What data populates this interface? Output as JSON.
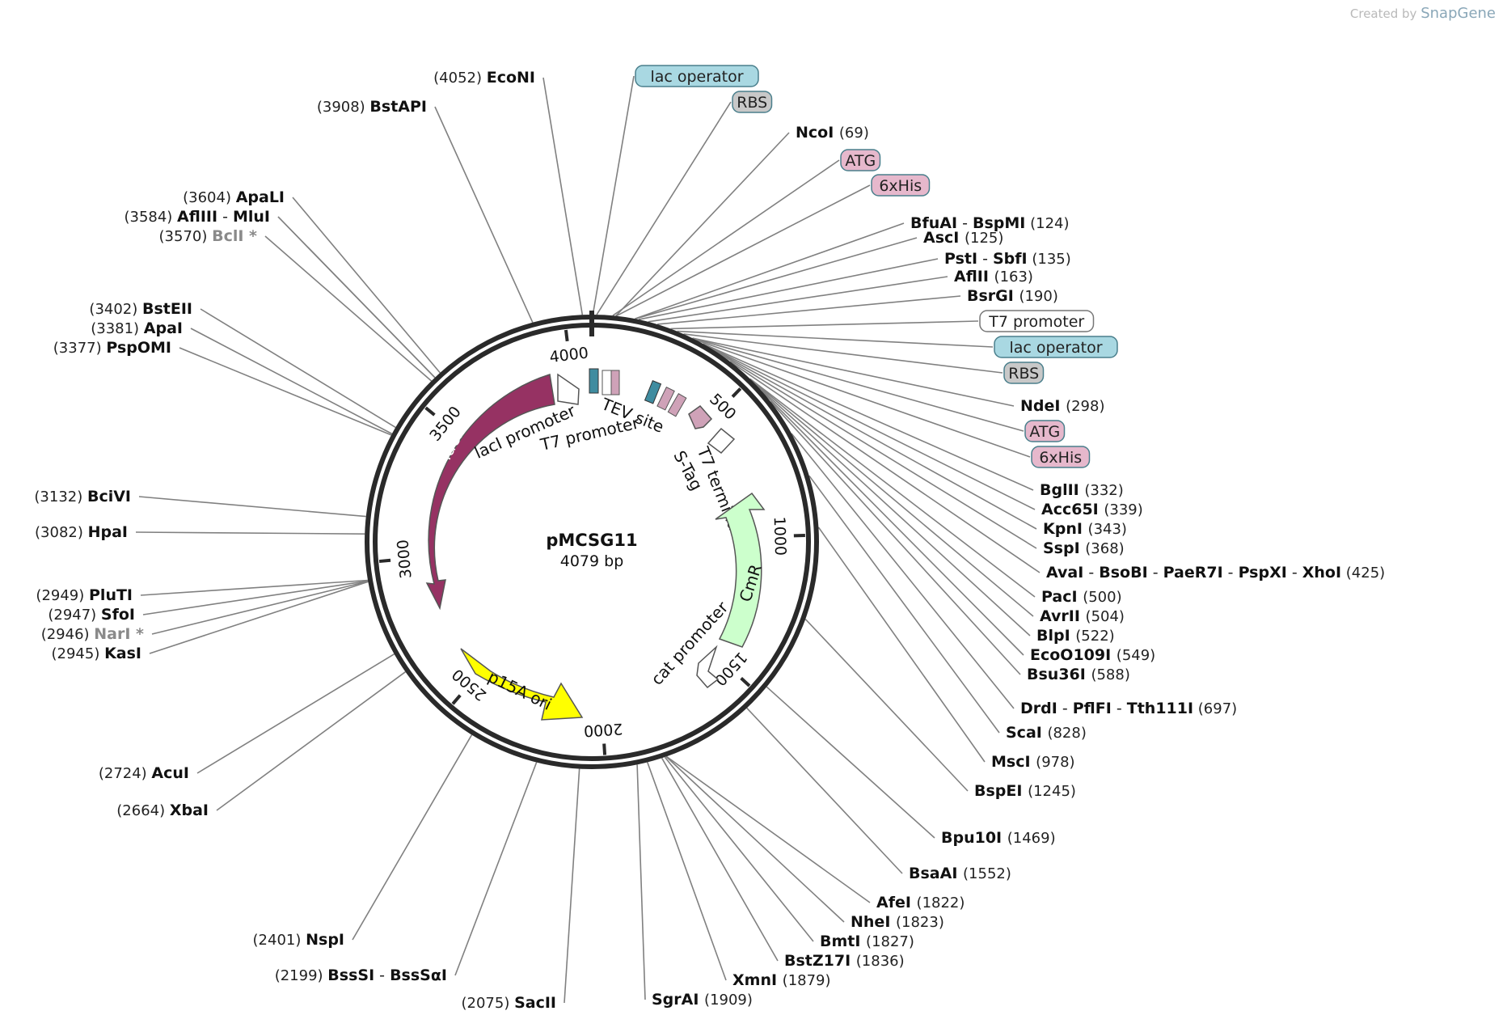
{
  "credit": {
    "prefix": "Created by",
    "brand": "SnapGene"
  },
  "plasmid": {
    "name": "pMCSG11",
    "length_label": "4079 bp",
    "length": 4079
  },
  "ticks": [
    "500",
    "1000",
    "1500",
    "2000",
    "2500",
    "3000",
    "3500",
    "4000"
  ],
  "features": [
    {
      "name": "lacI",
      "type": "CDS",
      "color": "#963263"
    },
    {
      "name": "lacI promoter",
      "type": "promoter",
      "color": "#ffffff"
    },
    {
      "name": "T7 promoter",
      "type": "promoter",
      "color": "#ffffff"
    },
    {
      "name": "TEV site",
      "type": "misc",
      "color": "#cfa2b8"
    },
    {
      "name": "S-Tag",
      "type": "misc",
      "color": "#cfa2b8"
    },
    {
      "name": "T7 terminator",
      "type": "terminator",
      "color": "#ffffff"
    },
    {
      "name": "CmR",
      "type": "CDS",
      "color": "#ccffcc"
    },
    {
      "name": "cat promoter",
      "type": "promoter",
      "color": "#ffffff"
    },
    {
      "name": "p15A ori",
      "type": "origin",
      "color": "#ffff00"
    }
  ],
  "labels": {
    "EcoNI": {
      "name": "EcoNI",
      "pos": "(4052)"
    },
    "BstAPI": {
      "name": "BstAPI",
      "pos": "(3908)"
    },
    "ApaLI": {
      "name": "ApaLI",
      "pos": "(3604)"
    },
    "AflIII": {
      "name": "AflIII",
      "pos": "(3584)"
    },
    "MluI": {
      "name": "MluI"
    },
    "BclI": {
      "name": "BclI *",
      "pos": "(3570)"
    },
    "BstEII": {
      "name": "BstEII",
      "pos": "(3402)"
    },
    "ApaI": {
      "name": "ApaI",
      "pos": "(3381)"
    },
    "PspOMI": {
      "name": "PspOMI",
      "pos": "(3377)"
    },
    "BciVI": {
      "name": "BciVI",
      "pos": "(3132)"
    },
    "HpaI": {
      "name": "HpaI",
      "pos": "(3082)"
    },
    "PluTI": {
      "name": "PluTI",
      "pos": "(2949)"
    },
    "SfoI": {
      "name": "SfoI",
      "pos": "(2947)"
    },
    "NarI": {
      "name": "NarI *",
      "pos": "(2946)"
    },
    "KasI": {
      "name": "KasI",
      "pos": "(2945)"
    },
    "AcuI": {
      "name": "AcuI",
      "pos": "(2724)"
    },
    "XbaI": {
      "name": "XbaI",
      "pos": "(2664)"
    },
    "NspI": {
      "name": "NspI",
      "pos": "(2401)"
    },
    "BssSI": {
      "name": "BssSI",
      "pos": "(2199)"
    },
    "BssSaI": {
      "name": "BssSαI"
    },
    "SacII": {
      "name": "SacII",
      "pos": "(2075)"
    },
    "SgrAI": {
      "name": "SgrAI",
      "pos": "(1909)"
    },
    "XmnI": {
      "name": "XmnI",
      "pos": "(1879)"
    },
    "BstZ17I": {
      "name": "BstZ17I",
      "pos": "(1836)"
    },
    "BmtI": {
      "name": "BmtI",
      "pos": "(1827)"
    },
    "NheI": {
      "name": "NheI",
      "pos": "(1823)"
    },
    "AfeI": {
      "name": "AfeI",
      "pos": "(1822)"
    },
    "BsaAI": {
      "name": "BsaAI",
      "pos": "(1552)"
    },
    "Bpu10I": {
      "name": "Bpu10I",
      "pos": "(1469)"
    },
    "BspEI": {
      "name": "BspEI",
      "pos": "(1245)"
    },
    "MscI": {
      "name": "MscI",
      "pos": "(978)"
    },
    "ScaI": {
      "name": "ScaI",
      "pos": "(828)"
    },
    "DrdI": {
      "name": "DrdI"
    },
    "PflFI": {
      "name": "PflFI"
    },
    "Tth111I": {
      "name": "Tth111I",
      "pos": "(697)"
    },
    "Bsu36I": {
      "name": "Bsu36I",
      "pos": "(588)"
    },
    "EcoO109I": {
      "name": "EcoO109I",
      "pos": "(549)"
    },
    "BlpI": {
      "name": "BlpI",
      "pos": "(522)"
    },
    "AvrII": {
      "name": "AvrII",
      "pos": "(504)"
    },
    "PacI": {
      "name": "PacI",
      "pos": "(500)"
    },
    "AvaI": {
      "name": "AvaI"
    },
    "BsoBI": {
      "name": "BsoBI"
    },
    "PaeR7I": {
      "name": "PaeR7I"
    },
    "PspXI": {
      "name": "PspXI"
    },
    "XhoI": {
      "name": "XhoI",
      "pos": "(425)"
    },
    "SspI": {
      "name": "SspI",
      "pos": "(368)"
    },
    "KpnI": {
      "name": "KpnI",
      "pos": "(343)"
    },
    "Acc65I": {
      "name": "Acc65I",
      "pos": "(339)"
    },
    "BglII": {
      "name": "BglII",
      "pos": "(332)"
    },
    "NdeI": {
      "name": "NdeI",
      "pos": "(298)"
    },
    "BsrGI": {
      "name": "BsrGI",
      "pos": "(190)"
    },
    "AflII": {
      "name": "AflII",
      "pos": "(163)"
    },
    "PstI": {
      "name": "PstI"
    },
    "SbfI": {
      "name": "SbfI",
      "pos": "(135)"
    },
    "AscI": {
      "name": "AscI",
      "pos": "(125)"
    },
    "BfuAI": {
      "name": "BfuAI"
    },
    "BspMI": {
      "name": "BspMI",
      "pos": "(124)"
    },
    "NcoI": {
      "name": "NcoI",
      "pos": "(69)"
    }
  },
  "boxes": {
    "lacop1": "lac operator",
    "rbs1": "RBS",
    "atg1": "ATG",
    "his1": "6xHis",
    "t7prom": "T7 promoter",
    "lacop2": "lac operator",
    "rbs2": "RBS",
    "atg2": "ATG",
    "his2": "6xHis"
  },
  "colors": {
    "lac_operator": "#a9d8e2",
    "rbs": "#c8c8c8",
    "tag": "#e6b8cc",
    "t7": "#ffffff",
    "line": "#808080",
    "ring": "#2a2a2a"
  }
}
